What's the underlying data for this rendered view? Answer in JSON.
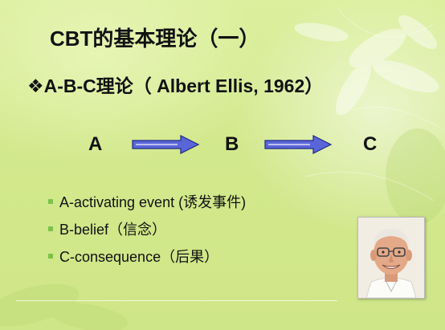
{
  "slide": {
    "title": "CBT的基本理论（一）",
    "subtitle_marker": "❖",
    "subtitle": "A-B-C理论（ Albert Ellis, 1962）",
    "flow": {
      "a": "A",
      "b": "B",
      "c": "C"
    },
    "bullets": [
      "A-activating event (诱发事件)",
      "B-belief（信念）",
      "C-consequence（后果）"
    ],
    "colors": {
      "background": "#d4e98e",
      "arrow_fill": "#5a66d8",
      "bullet": "#7cc24a"
    }
  }
}
